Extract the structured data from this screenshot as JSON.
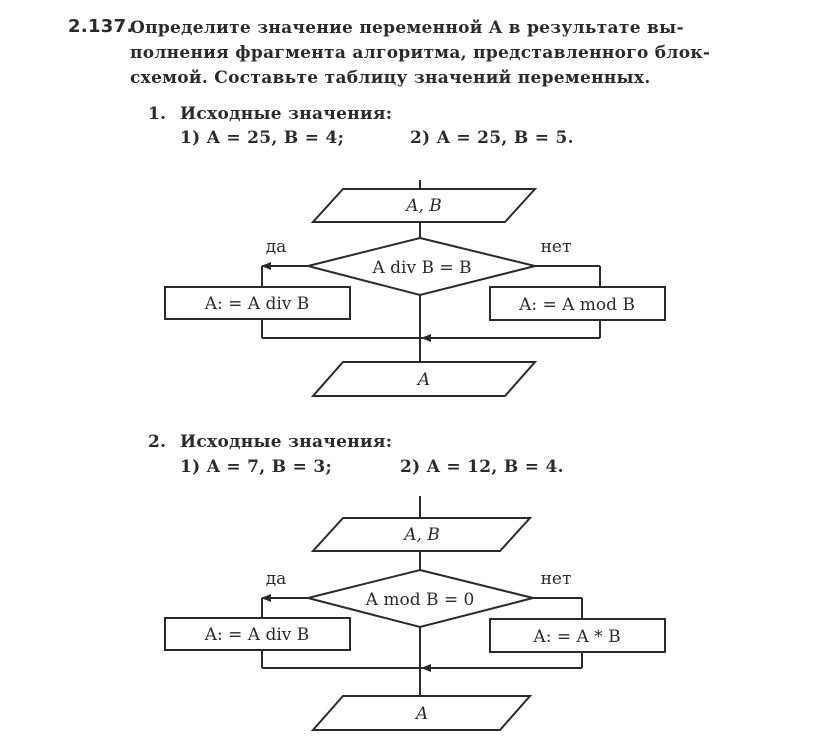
{
  "problem": {
    "number": "2.137.",
    "text_lines": [
      "Определите значение переменной A в результате вы-",
      "полнения фрагмента алгоритма, представленного блок-",
      "схемой. Составьте таблицу значений переменных."
    ]
  },
  "parts": [
    {
      "label": "1.",
      "heading": "Исходные значения:",
      "cases": [
        "1) A = 25, B = 4;",
        "2) A = 25, B = 5."
      ],
      "flowchart": {
        "input": "A, B",
        "condition": "A div B = B",
        "yes_label": "да",
        "no_label": "нет",
        "yes_action": "A: = A div B",
        "no_action": "A: = A mod B",
        "output": "A"
      }
    },
    {
      "label": "2.",
      "heading": "Исходные значения:",
      "cases": [
        "1) A = 7, B = 3;",
        "2) A = 12, B = 4."
      ],
      "flowchart": {
        "input": "A, B",
        "condition": "A mod B = 0",
        "yes_label": "да",
        "no_label": "нет",
        "yes_action": "A: = A div B",
        "no_action": "A: = A * B",
        "output": "A"
      }
    }
  ]
}
